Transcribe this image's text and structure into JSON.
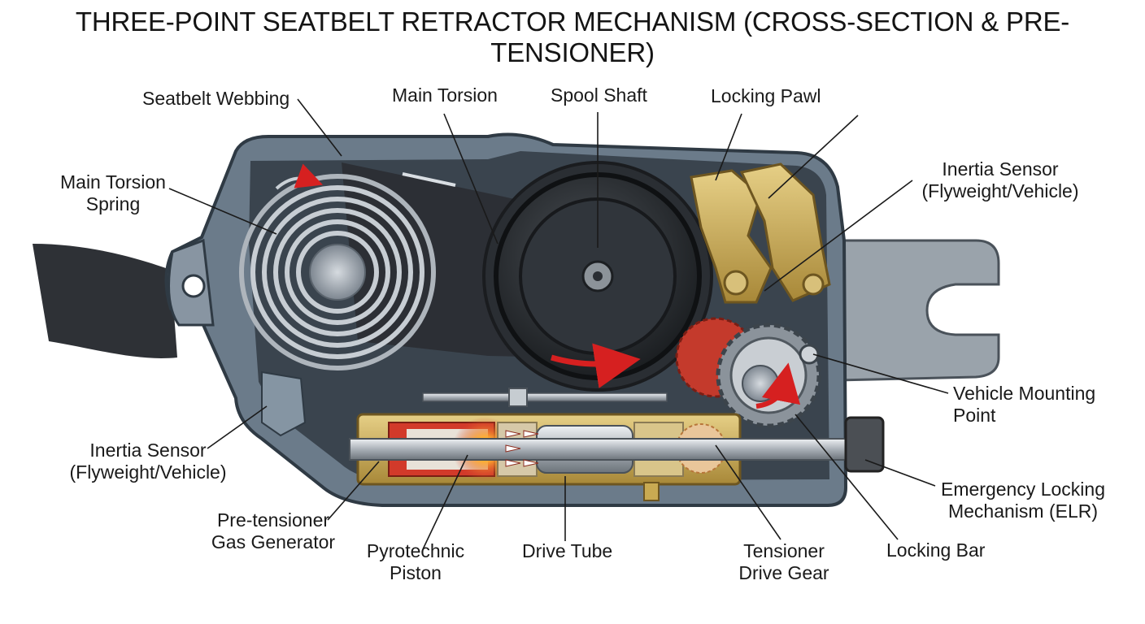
{
  "title": "THREE-POINT SEATBELT RETRACTOR MECHANISM (CROSS-SECTION & PRE-TENSIONER)",
  "labels": {
    "seatbelt_webbing": "Seatbelt Webbing",
    "main_torsion_top": "Main Torsion",
    "spool_shaft": "Spool Shaft",
    "locking_pawl": "Locking Pawl",
    "main_torsion_spring": [
      "Main Torsion",
      "Spring"
    ],
    "inertia_sensor_right": [
      "Inertia Sensor",
      "(Flyweight/Vehicle)"
    ],
    "inertia_sensor_left": [
      "Inertia Sensor",
      "(Flyweight/Vehicle)"
    ],
    "vehicle_mounting_point": [
      "Vehicle Mounting",
      "Point"
    ],
    "emergency_locking_mechanism": [
      "Emergency Locking",
      "Mechanism (ELR)"
    ],
    "pretensioner_gas_generator": [
      "Pre-tensioner",
      "Gas Generator"
    ],
    "pyrotechnic_piston": [
      "Pyrotechnic",
      "Piston"
    ],
    "drive_tube": "Drive Tube",
    "tensioner_drive_gear": [
      "Tensioner",
      "Drive Gear"
    ],
    "locking_bar": "Locking Bar"
  },
  "colors": {
    "housing": "#5c6e7e",
    "housing_dark": "#2f3a44",
    "spool": "#2a2e33",
    "brass": "#c9aa52",
    "pretensioner_red": "#d23a2a",
    "arrow_red": "#d62020",
    "steel": "#b8bec4"
  }
}
